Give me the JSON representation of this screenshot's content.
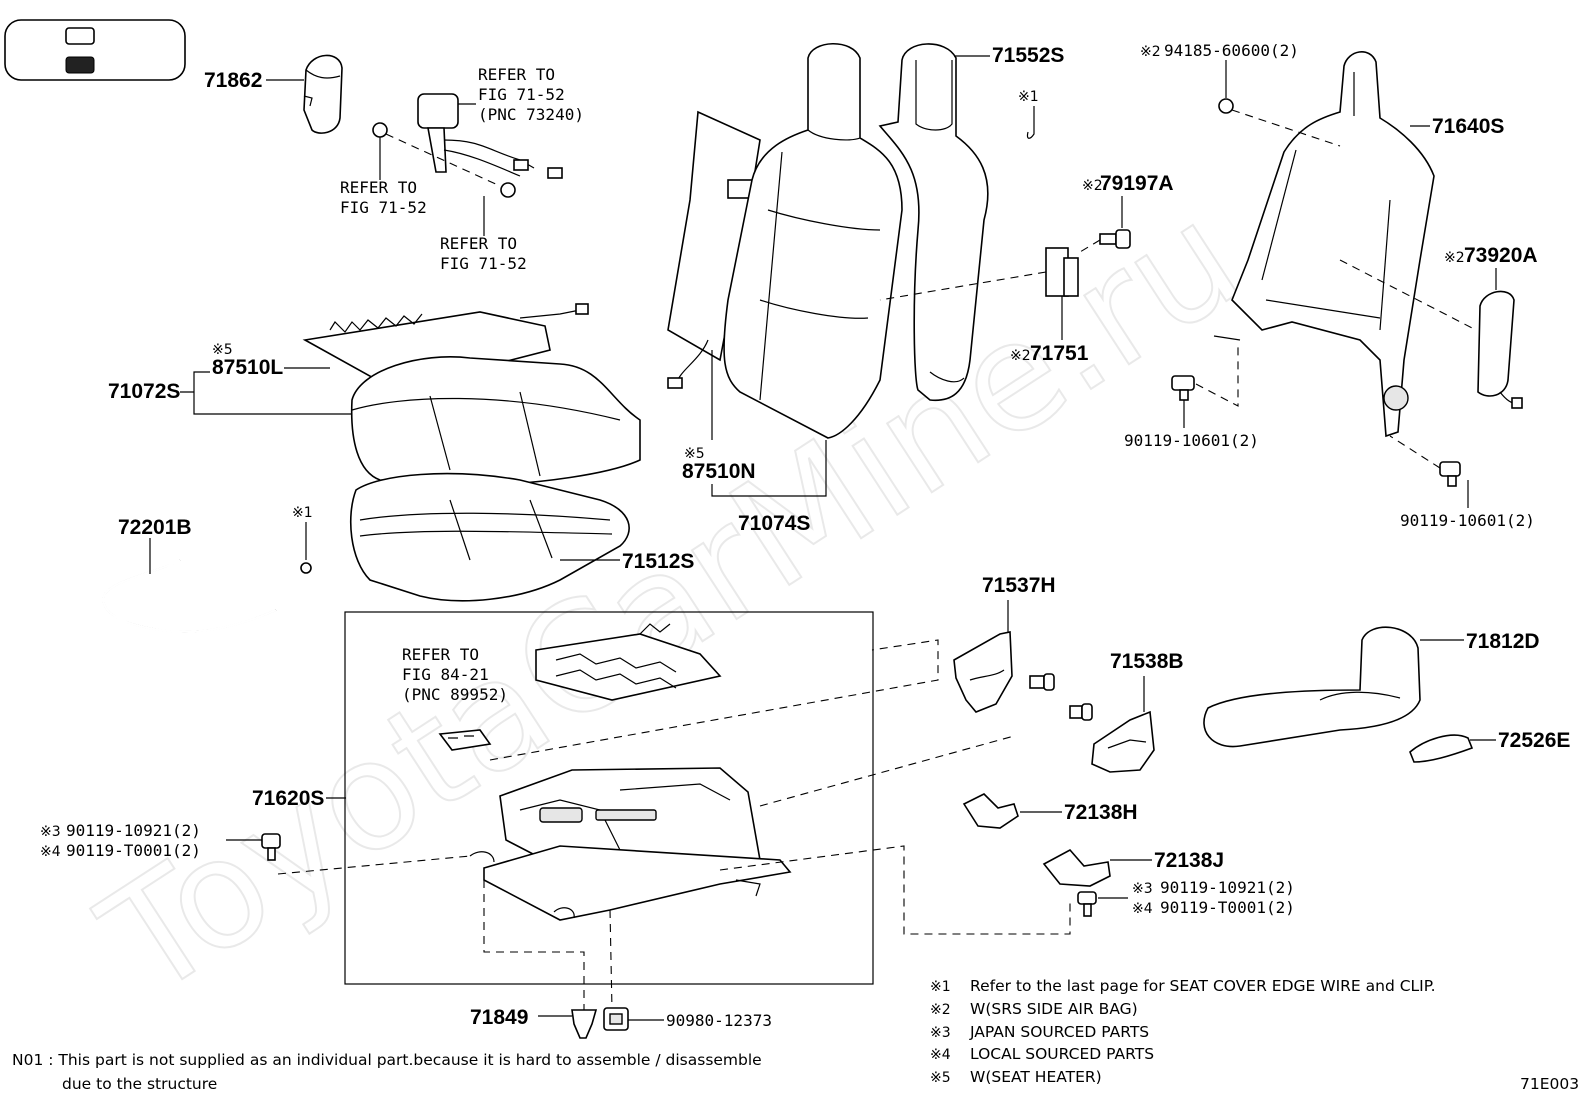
{
  "diagram": {
    "sheet_code": "71E003",
    "watermark": "ToyotaCarMine.ru",
    "footnote": {
      "line1": "N01 : This part is not supplied as an individual part.because it is hard to assemble / disassemble",
      "line2": "due to the structure"
    },
    "legend": [
      {
        "mark": "※1",
        "text": "Refer to the last page for SEAT COVER EDGE WIRE and CLIP."
      },
      {
        "mark": "※2",
        "text": "W(SRS SIDE AIR BAG)"
      },
      {
        "mark": "※3",
        "text": "JAPAN SOURCED PARTS"
      },
      {
        "mark": "※4",
        "text": "LOCAL SOURCED PARTS"
      },
      {
        "mark": "※5",
        "text": "W(SEAT HEATER)"
      }
    ],
    "labels": {
      "p71862": "71862",
      "p71552S": "71552S",
      "p71640S": "71640S",
      "p94185": "94185-60600(2)",
      "p94185_mark": "※2",
      "p79197A": "79197A",
      "p79197A_mark": "※2",
      "p73920A": "73920A",
      "p73920A_mark": "※2",
      "p71751": "71751",
      "p71751_mark": "※2",
      "p90119_10601_a": "90119-10601(2)",
      "p90119_10601_b": "90119-10601(2)",
      "p71072S": "71072S",
      "p87510L": "87510L",
      "p87510L_mark": "※5",
      "p87510N": "87510N",
      "p87510N_mark": "※5",
      "p71074S": "71074S",
      "p72201B": "72201B",
      "p71512S": "71512S",
      "clip_mark_a": "※1",
      "clip_mark_b": "※1",
      "p71537H": "71537H",
      "p71538B": "71538B",
      "p71812D": "71812D",
      "p72526E": "72526E",
      "p72138H": "72138H",
      "p72138J": "72138J",
      "p71620S": "71620S",
      "p90119_10921_l": "90119-10921(2)",
      "p90119_10921_l_mark": "※3",
      "p90119_T0001_l": "90119-T0001(2)",
      "p90119_T0001_l_mark": "※4",
      "p90119_10921_r": "90119-10921(2)",
      "p90119_10921_r_mark": "※3",
      "p90119_T0001_r": "90119-T0001(2)",
      "p90119_T0001_r_mark": "※4",
      "p71849": "71849",
      "p90980": "90980-12373",
      "refer_belt": [
        "REFER TO",
        "FIG 71-52",
        "(PNC 73240)"
      ],
      "refer_a": [
        "REFER TO",
        "FIG 71-52"
      ],
      "refer_b": [
        "REFER TO",
        "FIG 71-52"
      ],
      "refer_heater": [
        "REFER TO",
        "FIG 84-21",
        "(PNC 89952)"
      ]
    }
  }
}
